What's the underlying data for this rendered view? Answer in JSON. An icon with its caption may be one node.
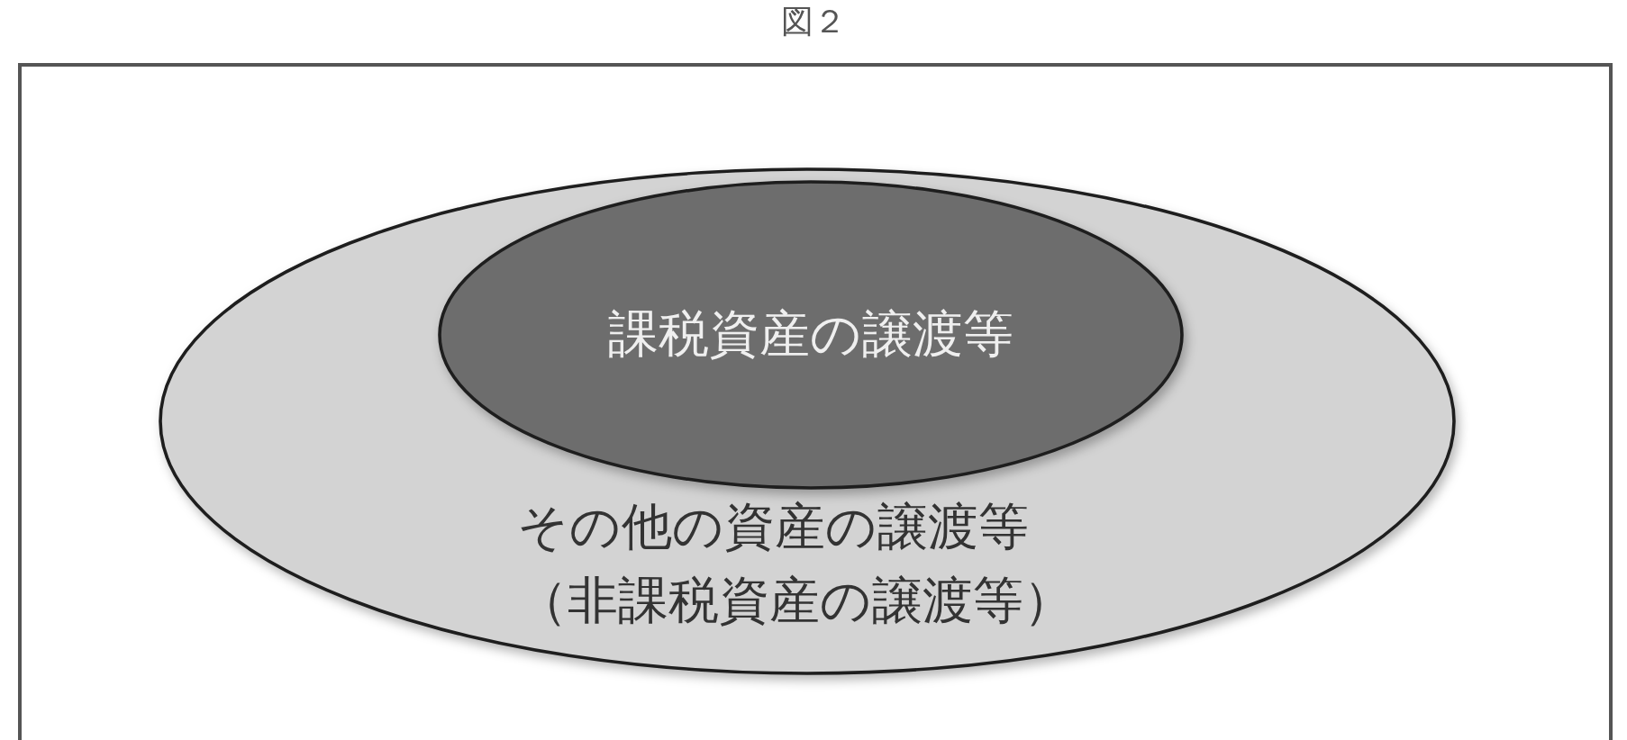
{
  "diagram": {
    "title": "図２",
    "nodes": [
      {
        "text": [
          "その他の資産の譲渡等",
          "（非課税資産の譲渡等）"
        ]
      },
      {
        "text": [
          "課税資産の譲渡等"
        ],
        "in": 0
      }
    ]
  }
}
